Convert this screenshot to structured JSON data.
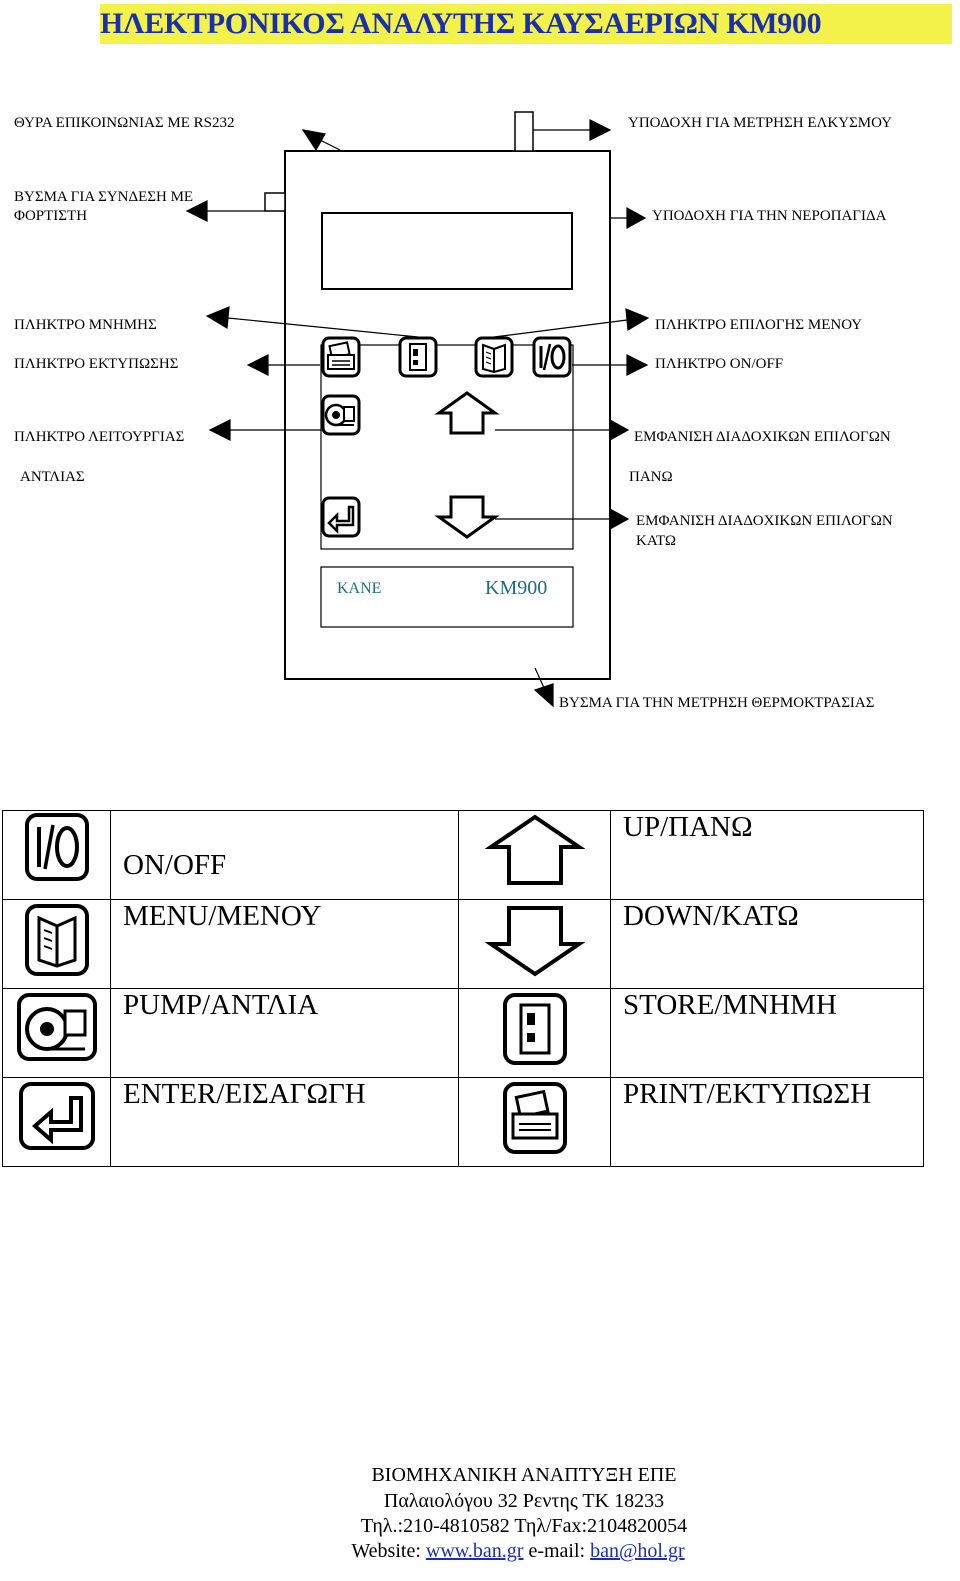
{
  "title": "ΗΛΕΚΤΡΟΝΙΚΟΣ ΑΝΑΛΥΤΗΣ ΚΑΥΣΑΕΡΙΩΝ KM900",
  "diagram": {
    "labels_left": {
      "rs232": "ΘΥΡΑ ΕΠΙΚΟΙΝΩΝΙΑΣ ΜΕ RS232",
      "charger_1": "ΒΥΣΜΑ ΓΙΑ ΣΥΝΔΕΣΗ ΜΕ",
      "charger_2": "ΦΟΡΤΙΣΤΗ",
      "memory_key": "ΠΛΗΚΤΡΟ ΜΝΗΜΗΣ",
      "print_key": "ΠΛΗΚΤΡΟ ΕΚΤΥΠΩΣΗΣ",
      "pump_key_1": "ΠΛΗΚΤΡΟ ΛΕΙΤΟΥΡΓΙΑΣ",
      "pump_key_2": "ΑΝΤΛΙΑΣ"
    },
    "labels_right": {
      "draught": "ΥΠΟΔΟΧΗ ΓΙΑ ΜΕΤΡΗΣΗ ΕΛΚΥΣΜΟΥ",
      "water_trap": "ΥΠΟΔΟΧΗ ΓΙΑ ΤΗΝ ΝΕΡΟΠΑΓΙΔΑ",
      "menu_key": "ΠΛΗΚΤΡΟ ΕΠΙΛΟΓΗΣ ΜΕΝΟΥ",
      "onoff_key": "ΠΛΗΚΤΡΟ ON/OFF",
      "up_1": "ΕΜΦΑΝΙΣΗ ΔΙΑΔΟΧΙΚΩΝ ΕΠΙΛΟΓΩΝ",
      "up_2": "ΠΑΝΩ",
      "down_1": "ΕΜΦΑΝΙΣΗ ΔΙΑΔΟΧΙΚΩΝ ΕΠΙΛΟΓΩΝ",
      "down_2": "ΚΑΤΩ",
      "temp_plug": "ΒΥΣΜΑ ΓΙΑ ΤΗΝ ΜΕΤΡΗΣΗ ΘΕΡΜΟΚΤΡΑΣΙΑΣ"
    },
    "display_brand": "KANE",
    "display_model": "KM900"
  },
  "legend": {
    "rows": [
      {
        "left_icon": "onoff-icon",
        "left_label": "ON/OFF",
        "right_icon": "up-arrow-icon",
        "right_label": "UP/ΠΑΝΩ"
      },
      {
        "left_icon": "menu-book-icon",
        "left_label": "MENU/ΜΕΝΟΥ",
        "right_icon": "down-arrow-icon",
        "right_label": "DOWN/ΚΑΤΩ"
      },
      {
        "left_icon": "pump-icon",
        "left_label": "PUMP/ΑΝΤΛΙΑ",
        "right_icon": "store-icon",
        "right_label": "STORE/ΜΝΗΜΗ"
      },
      {
        "left_icon": "enter-icon",
        "left_label": "ENTER/ΕΙΣΑΓΩΓΗ",
        "right_icon": "printer-icon",
        "right_label": "PRINT/ΕΚΤΥΠΩΣΗ"
      }
    ]
  },
  "footer": {
    "company": "ΒΙΟΜΗΧΑΝΙΚΗ ΑΝΑΠΤΥΞΗ ΕΠΕ",
    "address": "Παλαιολόγου 32 Ρεντης ΤΚ 18233",
    "phones": "Τηλ.:210-4810582 Τηλ/Fax:2104820054",
    "website_label": "Website:",
    "website": "www.ban.gr",
    "email_label": "e-mail:",
    "email": "ban@hol.gr"
  }
}
